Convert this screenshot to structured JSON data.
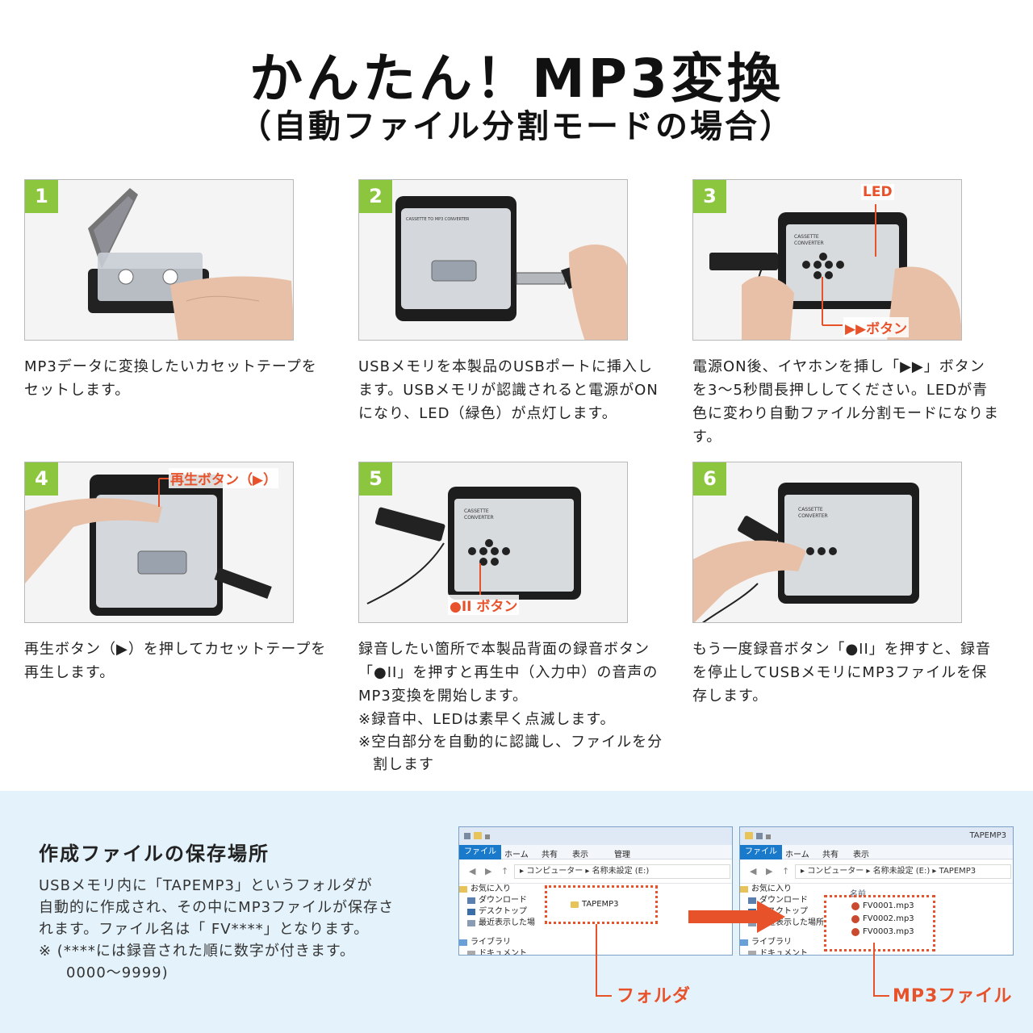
{
  "header": {
    "title": "かんたん！MP3変換",
    "subtitle": "（自動ファイル分割モードの場合）"
  },
  "steps": [
    {
      "num": "1",
      "desc": "MP3データに変換したいカセットテープをセットします。"
    },
    {
      "num": "2",
      "desc": "USBメモリを本製品のUSBポートに挿入します。USBメモリが認識されると電源がONになり、LED（緑色）が点灯します。"
    },
    {
      "num": "3",
      "desc": "電源ON後、イヤホンを挿し「▶▶」ボタンを3〜5秒間長押ししてください。LEDが青色に変わり自動ファイル分割モードになります。",
      "callout_led": "LED",
      "callout_ff": "▶▶ボタン"
    },
    {
      "num": "4",
      "desc": "再生ボタン（▶）を押してカセットテープを再生します。",
      "callout_play": "再生ボタン（▶）"
    },
    {
      "num": "5",
      "desc": "録音したい箇所で本製品背面の録音ボタン「●II」を押すと再生中（入力中）の音声のMP3変換を開始します。",
      "callout_rec": "●II ボタン",
      "note1": "※録音中、LEDは素早く点滅します。",
      "note2": "※空白部分を自動的に認識し、ファイルを分割します"
    },
    {
      "num": "6",
      "desc": "もう一度録音ボタン「●II」を押すと、録音を停止してUSBメモリにMP3ファイルを保存します。"
    }
  ],
  "device": {
    "brand_line1": "CASSETTE",
    "brand_line2": "CONVERTER",
    "top_label": "CASSETTE TO MP3 CONVERTER"
  },
  "save_section": {
    "title": "作成ファイルの保存場所",
    "body_line1": "USBメモリ内に「TAPEMP3」というフォルダが",
    "body_line2": "自動的に作成され、その中にMP3ファイルが保存さ",
    "body_line3": "れます。ファイル名は「 FV****」となります。",
    "body_line4": "※ (****には録音された順に数字が付きます。",
    "body_line5": "0000〜9999)"
  },
  "explorer_left": {
    "ribbon_tabs": [
      "ファイル",
      "ホーム",
      "共有",
      "表示",
      "管理"
    ],
    "path": "▸ コンピューター ▸ 名称未設定 (E:)",
    "sidebar": [
      "お気に入り",
      "ダウンロード",
      "デスクトップ",
      "最近表示した場",
      "ライブラリ",
      "ドキュメント"
    ],
    "folder_name": "TAPEMP3",
    "label": "フォルダ"
  },
  "explorer_right": {
    "title": "TAPEMP3",
    "ribbon_tabs": [
      "ファイル",
      "ホーム",
      "共有",
      "表示"
    ],
    "path": "▸ コンピューター ▸ 名称未設定 (E:) ▸ TAPEMP3",
    "column_header": "名前",
    "sidebar": [
      "お気に入り",
      "ダウンロード",
      "デスクトップ",
      "最近表示した場所",
      "ライブラリ",
      "ドキュメント"
    ],
    "files": [
      "FV0001.mp3",
      "FV0002.mp3",
      "FV0003.mp3"
    ],
    "label": "MP3ファイル"
  },
  "colors": {
    "badge": "#8cc63f",
    "accent": "#e8522b",
    "section_bg": "#e4f3fb"
  }
}
